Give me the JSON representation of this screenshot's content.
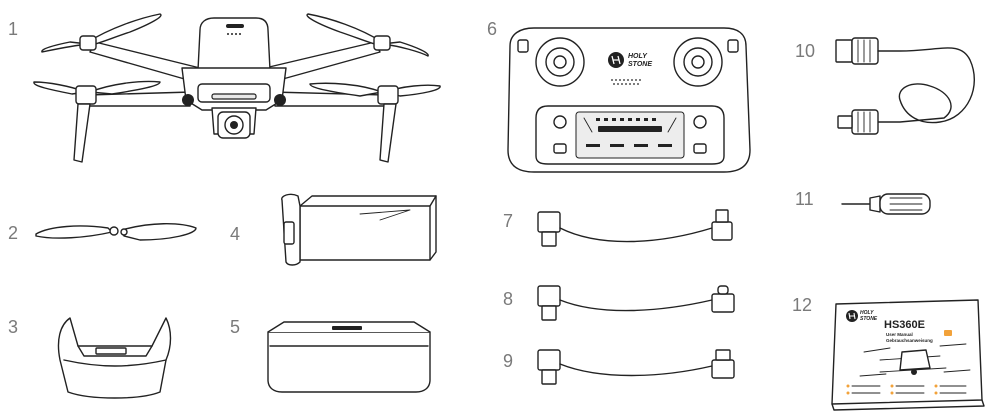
{
  "callouts": [
    {
      "id": "drone",
      "number": "1"
    },
    {
      "id": "propeller",
      "number": "2"
    },
    {
      "id": "gimbal-cover",
      "number": "3"
    },
    {
      "id": "battery",
      "number": "4"
    },
    {
      "id": "charging-hub",
      "number": "5"
    },
    {
      "id": "remote-controller",
      "number": "6"
    },
    {
      "id": "cable-lightning",
      "number": "7"
    },
    {
      "id": "cable-usb-c",
      "number": "8"
    },
    {
      "id": "cable-micro-usb",
      "number": "9"
    },
    {
      "id": "usb-charging-cable",
      "number": "10"
    },
    {
      "id": "screwdriver",
      "number": "11"
    },
    {
      "id": "user-manual",
      "number": "12"
    }
  ],
  "controller": {
    "brand_line1": "HOLY",
    "brand_line2": "STONE"
  },
  "manual": {
    "brand_line1": "HOLY",
    "brand_line2": "STONE",
    "model": "HS360E",
    "title_line1": "User Manual",
    "title_line2": "Gebrauchsanweisung"
  },
  "colors": {
    "line": "#222222",
    "callout": "#7a7a7a",
    "accent": "#f2a23a"
  }
}
